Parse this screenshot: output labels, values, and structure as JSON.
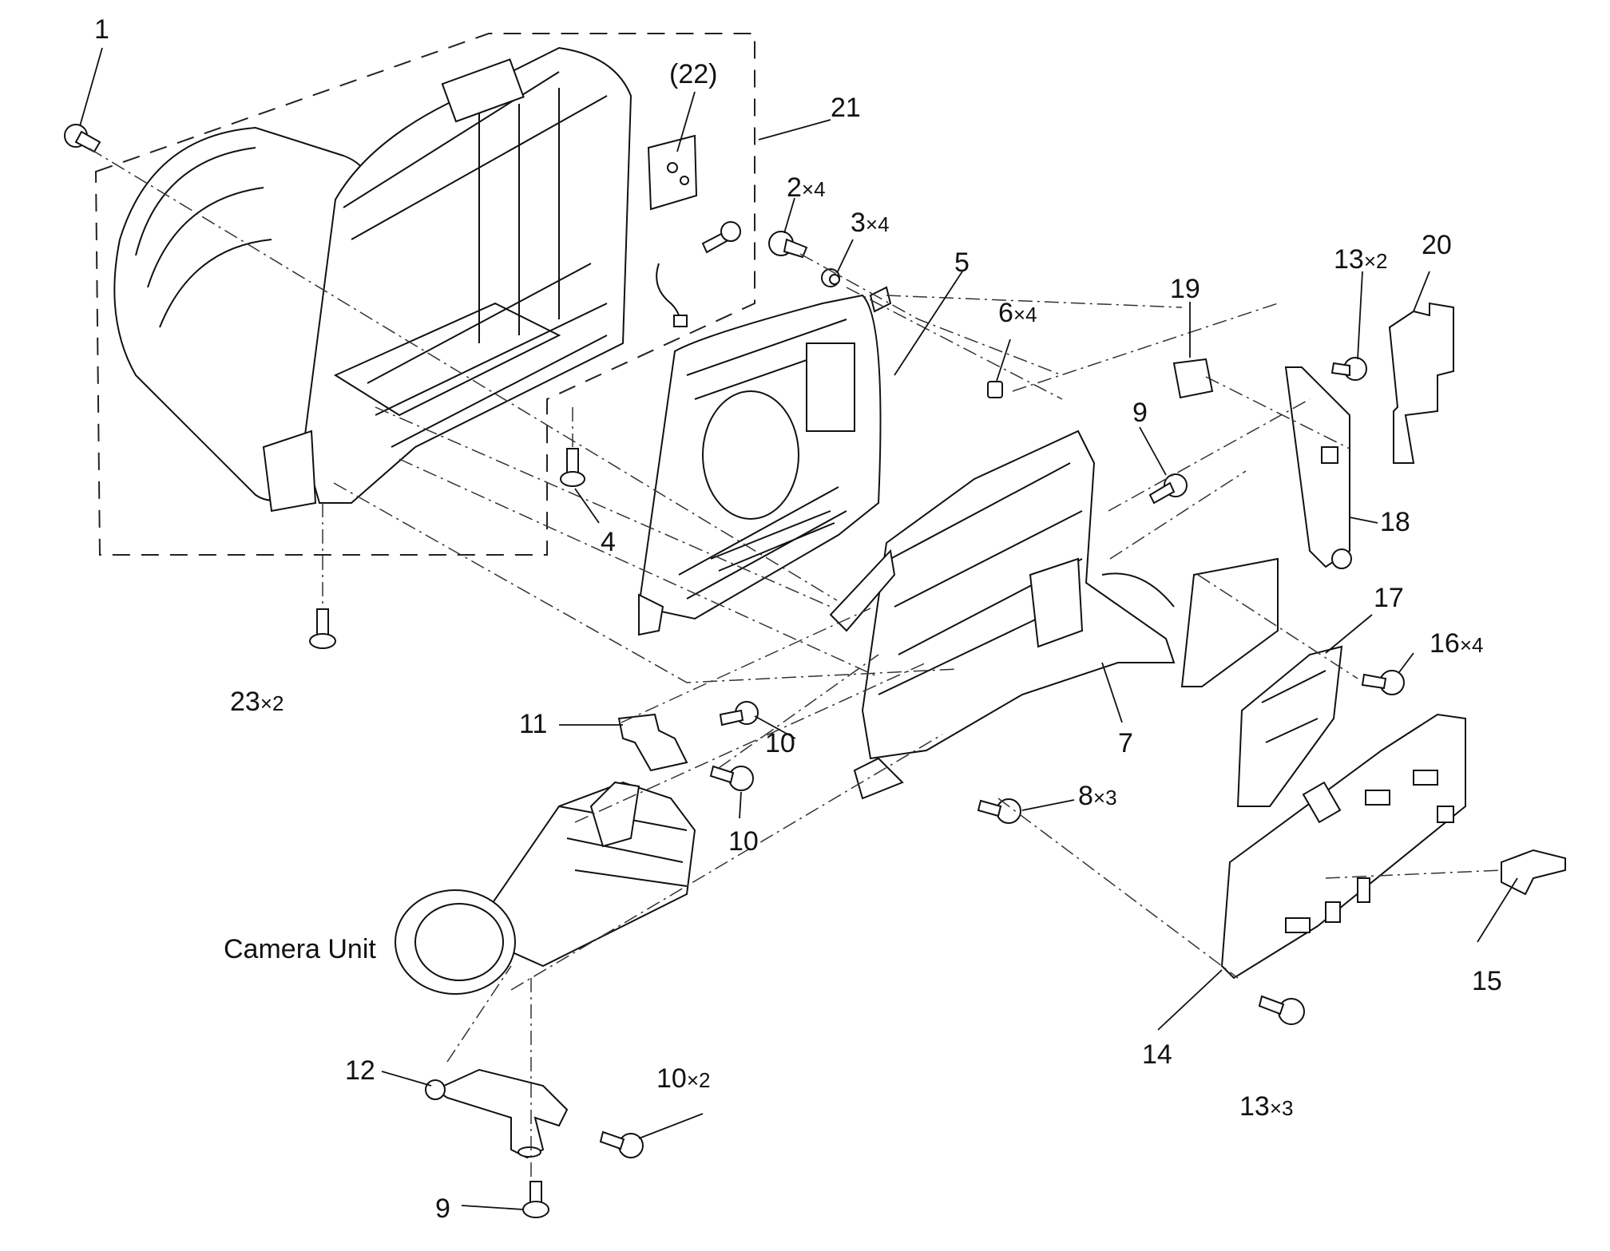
{
  "callouts": {
    "c1": "1",
    "c22": "(22)",
    "c21": "21",
    "c2": "2",
    "c2q": "×4",
    "c3": "3",
    "c3q": "×4",
    "c5": "5",
    "c6": "6",
    "c6q": "×4",
    "c19": "19",
    "c13a": "13",
    "c13aq": "×2",
    "c20": "20",
    "c9a": "9",
    "c18": "18",
    "c4": "4",
    "c17": "17",
    "c16": "16",
    "c16q": "×4",
    "c23": "23",
    "c23q": "×2",
    "c11": "11",
    "c10a": "10",
    "c7": "7",
    "c10b": "10",
    "c8": "8",
    "c8q": "×3",
    "camera_unit": "Camera Unit",
    "c15": "15",
    "c14": "14",
    "c12": "12",
    "c10c": "10",
    "c10cq": "×2",
    "c13b": "13",
    "c13bq": "×3",
    "c9b": "9"
  }
}
